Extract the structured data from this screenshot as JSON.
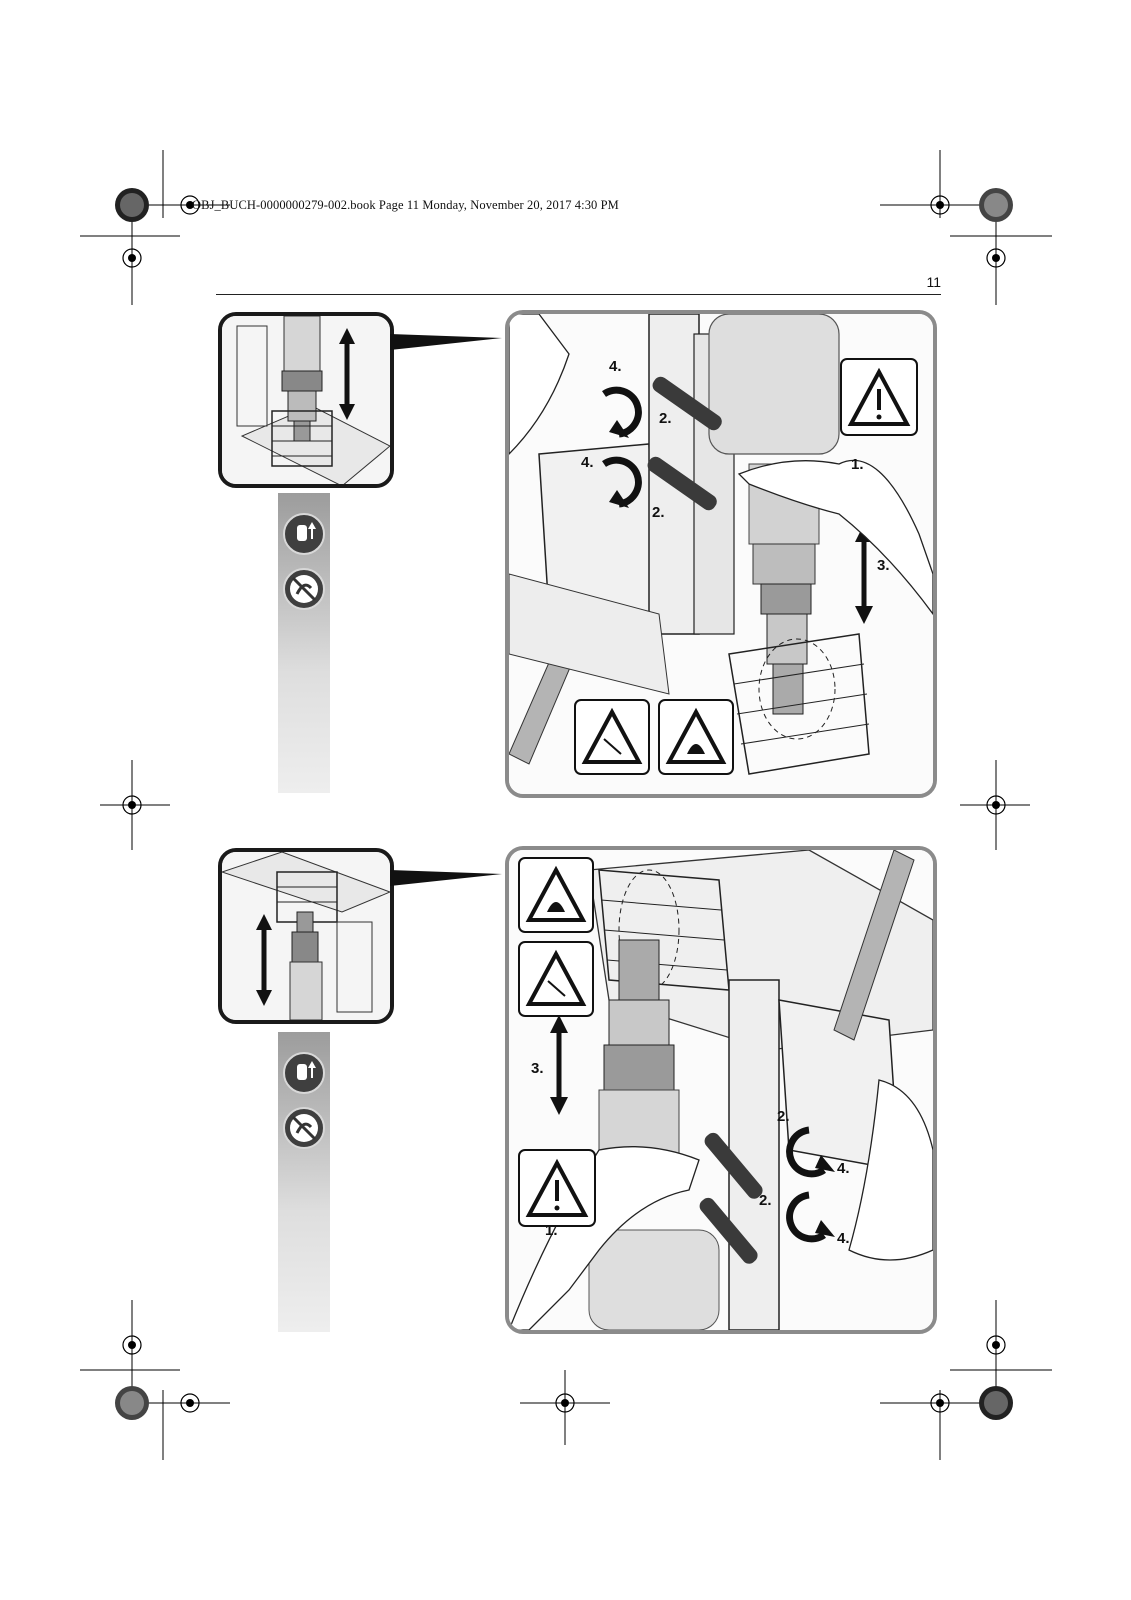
{
  "header": {
    "book_info": "OBJ_BUCH-0000000279-002.book  Page 11  Monday, November 20, 2017  4:30 PM",
    "page_number": "11"
  },
  "figures": [
    {
      "id": "figure-top",
      "icons": [
        "hand-guide-icon",
        "no-rotation-icon"
      ],
      "warning_icons": [
        "general-warning-icon",
        "sharp-blade-warning-icon",
        "hand-cut-warning-icon"
      ],
      "steps": [
        {
          "label": "1."
        },
        {
          "label": "2."
        },
        {
          "label": "2."
        },
        {
          "label": "3."
        },
        {
          "label": "4."
        },
        {
          "label": "4."
        }
      ]
    },
    {
      "id": "figure-bottom",
      "icons": [
        "hand-guide-icon",
        "no-rotation-icon"
      ],
      "warning_icons": [
        "hand-cut-warning-icon",
        "sharp-blade-warning-icon",
        "general-warning-icon"
      ],
      "steps": [
        {
          "label": "1."
        },
        {
          "label": "2."
        },
        {
          "label": "2."
        },
        {
          "label": "3."
        },
        {
          "label": "4."
        },
        {
          "label": "4."
        }
      ]
    }
  ],
  "colors": {
    "panel_border": "#8b8b8b",
    "inset_border": "#1a1a1a",
    "strip_top": "#9c9c9c",
    "strip_bottom": "#eeeeee"
  }
}
